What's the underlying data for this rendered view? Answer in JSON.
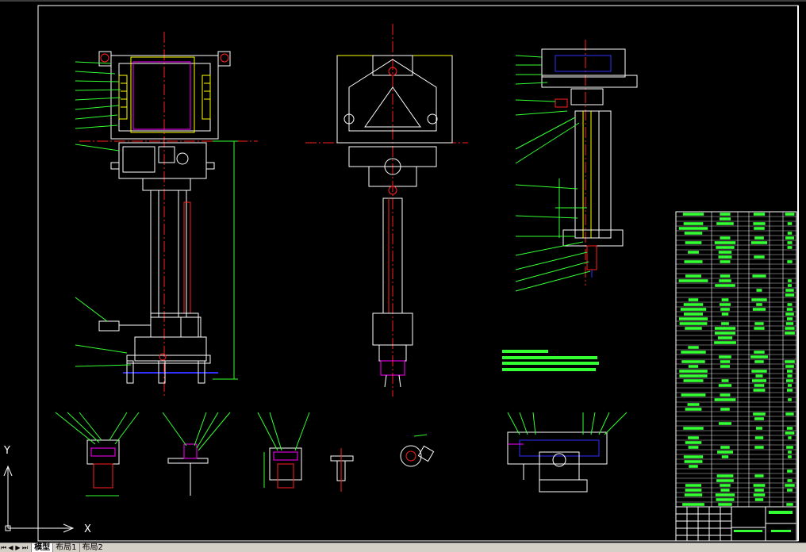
{
  "ucs": {
    "x_label": "X",
    "y_label": "Y"
  },
  "tabs": [
    {
      "label": "模型",
      "active": true
    },
    {
      "label": "布局1",
      "active": false
    },
    {
      "label": "布局2",
      "active": false
    }
  ],
  "colors": {
    "background": "#000000",
    "linework": "#ffffff",
    "center_line": "#ff2020",
    "dimension": "#33ff33",
    "hatch": "#ffff00",
    "section": "#ff00ff",
    "cyan": "#00ffff",
    "blue": "#3030ff"
  }
}
